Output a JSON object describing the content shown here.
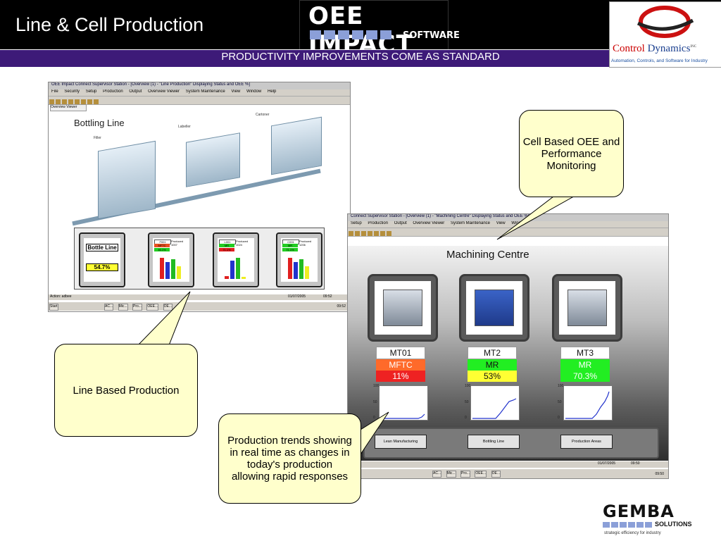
{
  "slide": {
    "title": "Line & Cell Production",
    "subtitle": "PRODUCTIVITY IMPROVEMENTS COME AS STANDARD"
  },
  "logos": {
    "oee": {
      "main": "OEE IMPACT",
      "sub": "SOFTWARE"
    },
    "control_dynamics": {
      "name_a": "Control",
      "name_b": "Dynamics",
      "suffix": "INC",
      "tagline": "Automation, Controls, and Software for Industry"
    },
    "gemba": {
      "main": "GEMBA",
      "sub": "SOLUTIONS",
      "tagline": "strategic efficiency for industry"
    }
  },
  "line_screen": {
    "window_title": "OEE Impact Connect Supervisor Station - [Overview (1) - \"Line Production\" Displaying Status and OEE %]",
    "menu": [
      "File",
      "Security",
      "Setup",
      "Production",
      "Output",
      "Overview Viewer",
      "System Maintenance",
      "View",
      "Window",
      "Help"
    ],
    "overview_label": "Overview Viewer",
    "heading": "Bottling Line",
    "machine_labels": [
      "Filler",
      "Labeller",
      "Cartoner"
    ],
    "summary": {
      "label": "Bottle Line",
      "value": "54.7%"
    },
    "machines": [
      {
        "id": "F001",
        "produced_label": "Produced",
        "produced": "1007",
        "state": "MFTC",
        "pct": "46.1%",
        "state_color": "#e8501f"
      },
      {
        "id": "L001",
        "produced_label": "Produced",
        "produced": "1024",
        "state": "MR",
        "pct": "71.1%",
        "state_color": "#22cc22"
      },
      {
        "id": "C001",
        "produced_label": "Produced",
        "produced": "1206",
        "state": "MR",
        "pct": "71.1%",
        "state_color": "#22cc22"
      }
    ],
    "status_left": "Action: adbee",
    "status_date": "01/07/2005",
    "status_time": "09:52",
    "taskbar": [
      "Start",
      "AC...",
      "Mic...",
      "Pro...",
      "OEE...",
      "OE..."
    ],
    "clock": "09:52"
  },
  "cell_screen": {
    "window_title": "Connect Supervisor Station - [Overview (1) - \"Machining Centre\" Displaying Status and OEE %]",
    "menu": [
      "Setup",
      "Production",
      "Output",
      "Overview Viewer",
      "System Maintenance",
      "View",
      "Window"
    ],
    "heading": "Machining Centre",
    "machines": [
      {
        "name": "MT01",
        "state": "MFTC",
        "state_color": "#ff6a2a",
        "pct": "11%",
        "pct_color": "#ee2222",
        "pct_text": "#ffffff"
      },
      {
        "name": "MT2",
        "state": "MR",
        "state_color": "#22ee22",
        "pct": "53%",
        "pct_color": "#ffff33",
        "pct_text": "#111111"
      },
      {
        "name": "MT3",
        "state": "MR",
        "state_color": "#22ee22",
        "pct": "70.3%",
        "pct_color": "#22ee22",
        "pct_text": "#111111"
      }
    ],
    "trend_ticks": [
      "100",
      "50",
      "0"
    ],
    "buttons": [
      "Lean Manufacturing",
      "Bottling Line",
      "Production Areas"
    ],
    "status_date": "01/07/2005",
    "status_time": "09:50",
    "taskbar": [
      "AC...",
      "Mic...",
      "Pro...",
      "OEE...",
      "OE..."
    ],
    "clock": "09:50"
  },
  "callouts": {
    "cell": "Cell Based OEE and Performance Monitoring",
    "line": "Line Based Production",
    "trends": "Production trends showing in real time as changes in today's production allowing rapid responses"
  },
  "colors": {
    "header_bg": "#000000",
    "subbar_bg": "#3d1a78",
    "callout_bg": "#ffffcc"
  }
}
